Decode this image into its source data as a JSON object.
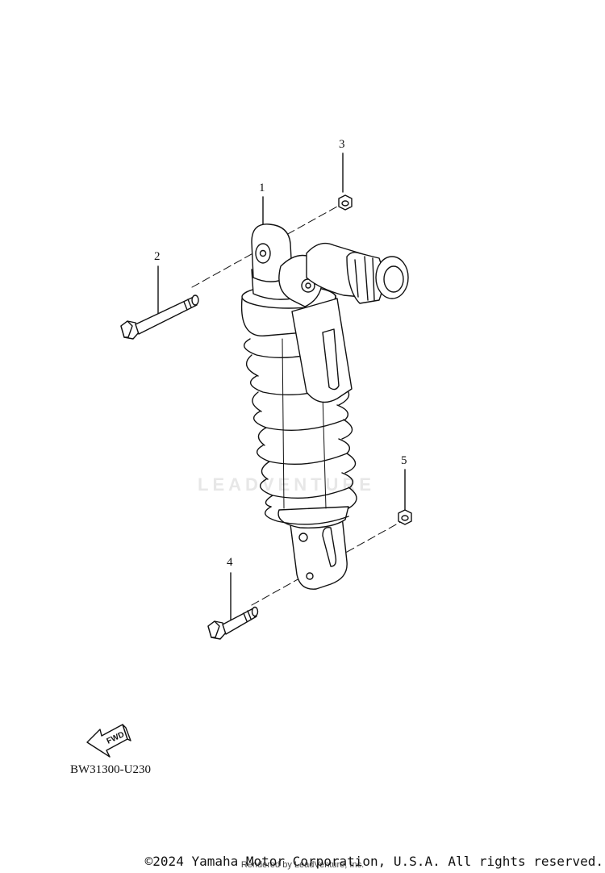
{
  "callouts": [
    "1",
    "2",
    "3",
    "4",
    "5"
  ],
  "diagram_code": "BW31300-U230",
  "fwd_label": "FWD",
  "watermark": "LEADVENTURE",
  "rendered_by": "Rendered by LeadVenture, Inc.",
  "copyright": "©2024 Yamaha Motor Corporation, U.S.A. All rights reserved."
}
